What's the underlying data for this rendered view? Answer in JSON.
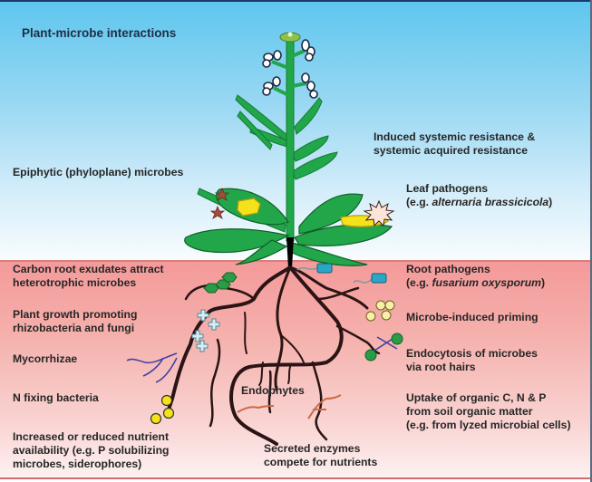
{
  "title": "Plant-microbe interactions",
  "colors": {
    "sky_top": "#5fc6ee",
    "soil_top": "#f49a9a",
    "plant_green": "#22a64a",
    "root": "#2b1414"
  },
  "labels": {
    "epiphytic": "Epiphytic (phyloplane) microbes",
    "isr_line1": "Induced systemic resistance &",
    "isr_line2": "systemic acquired resistance",
    "leaf_pathogens_line1": "Leaf pathogens",
    "leaf_pathogens_prefix": "(e.g. ",
    "leaf_pathogens_species": "alternaria brassicicola",
    "leaf_pathogens_suffix": ")",
    "carbon_line1": "Carbon root exudates attract",
    "carbon_line2": "heterotrophic microbes",
    "pgpr_line1": "Plant growth promoting",
    "pgpr_line2": "rhizobacteria and fungi",
    "mycorrhizae": "Mycorrhizae",
    "n_fixing": "N fixing bacteria",
    "nutrient_line1": "Increased or reduced nutrient",
    "nutrient_line2": "availability (e.g. P solubilizing",
    "nutrient_line3": "microbes, siderophores)",
    "endophytes": "Endophytes",
    "enzymes_line1": "Secreted enzymes",
    "enzymes_line2": "compete for nutrients",
    "root_pathogens_line1": "Root pathogens",
    "root_pathogens_prefix": "(e.g. ",
    "root_pathogens_species": "fusarium oxysporum",
    "root_pathogens_suffix": ")",
    "priming": "Microbe-induced priming",
    "endocytosis_line1": "Endocytosis of microbes",
    "endocytosis_line2": "via root hairs",
    "uptake_line1": "Uptake of organic C, N & P",
    "uptake_line2": "from soil organic matter",
    "uptake_line3": "(e.g. from lyzed microbial cells)"
  }
}
